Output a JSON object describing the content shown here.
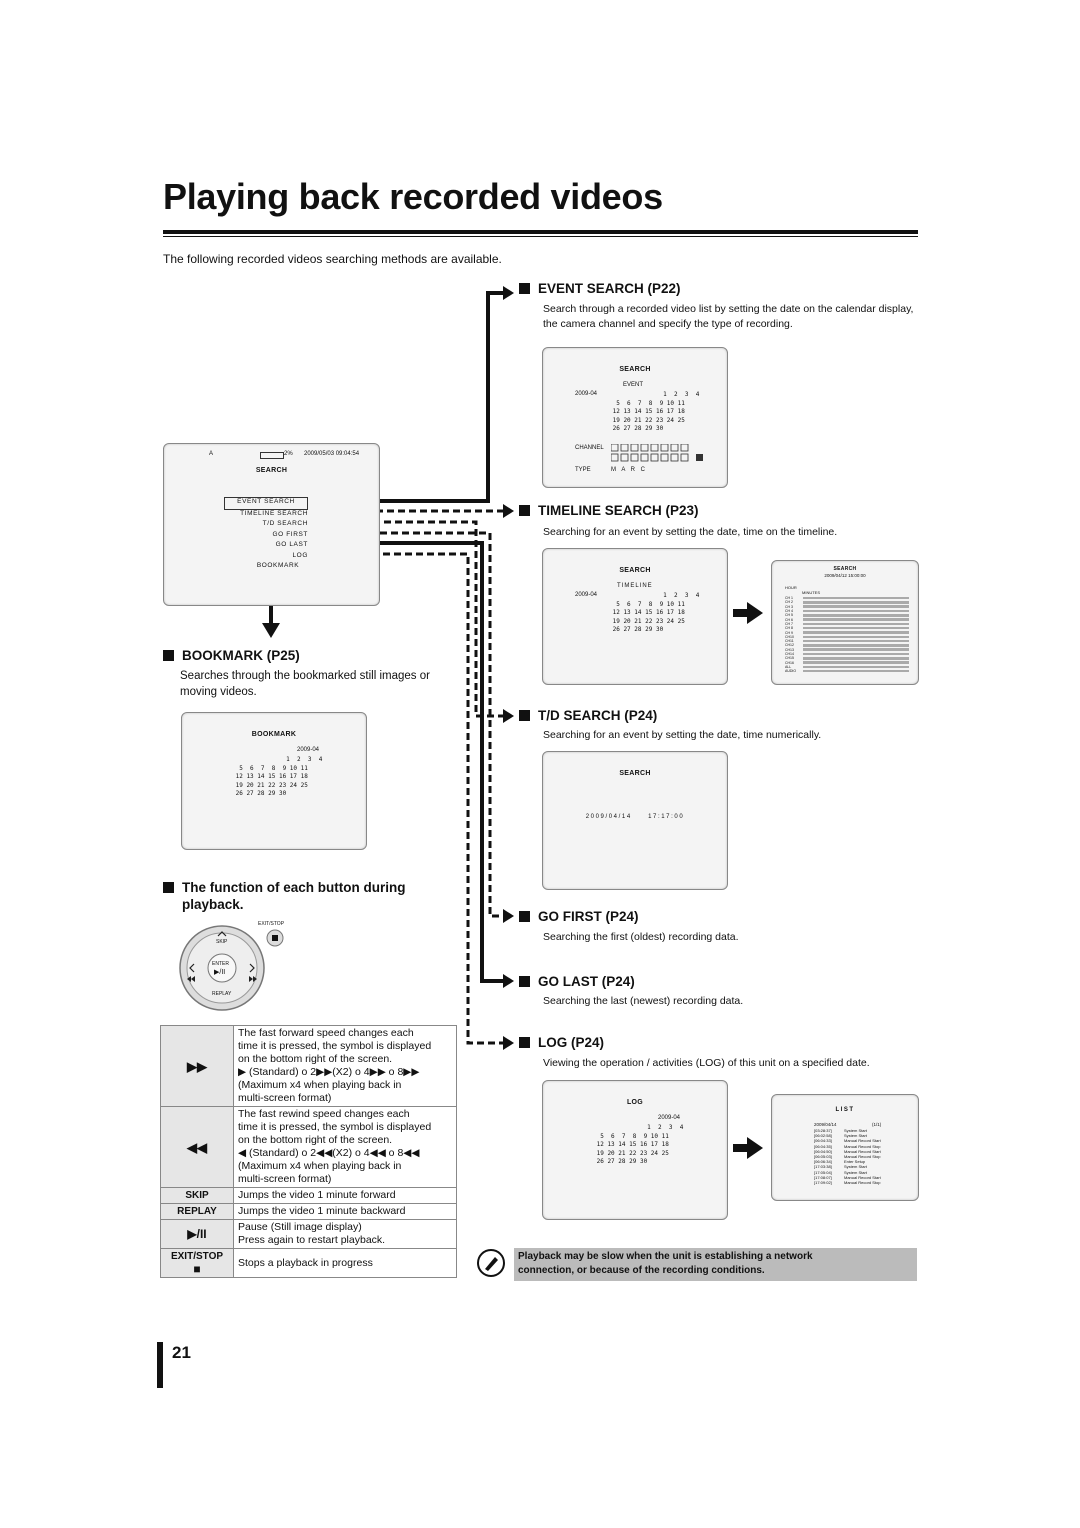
{
  "page": {
    "title": "Playing back recorded videos",
    "intro": "The following recorded videos searching methods are available.",
    "page_number": "21"
  },
  "menu_screen": {
    "status_left": "A",
    "status_percent": "2%",
    "status_datetime": "2009/05/03  09:04:54",
    "title": "SEARCH",
    "items": [
      "EVENT SEARCH",
      "TIMELINE SEARCH",
      "T/D SEARCH",
      "GO FIRST",
      "GO LAST",
      "LOG",
      "BOOKMARK"
    ]
  },
  "sections": {
    "event": {
      "heading": "EVENT SEARCH (P22)",
      "desc": "Search through a recorded video list by setting the date on the calendar display, the camera channel and specify the type of recording.",
      "screen": {
        "title": "SEARCH",
        "sub": "EVENT",
        "month": "2009-04",
        "channel_label": "CHANNEL",
        "type_label": "TYPE",
        "type_value": "M A R C"
      }
    },
    "timeline": {
      "heading": "TIMELINE SEARCH (P23)",
      "desc": "Searching for an event by setting the date, time on the timeline.",
      "screen": {
        "title": "SEARCH",
        "sub": "TIMELINE",
        "month": "2009-04"
      },
      "screen2": {
        "title": "SEARCH",
        "datetime": "2009/04/12 15:00:00",
        "hour": "HOUR",
        "minutes": "MINUTES",
        "audio": "AUDIO",
        "all": "ALL"
      }
    },
    "td": {
      "heading": "T/D SEARCH (P24)",
      "desc": "Searching for an event by setting the date, time numerically.",
      "screen": {
        "title": "SEARCH",
        "value": "2009/04/14     17:17:00"
      }
    },
    "gofirst": {
      "heading": "GO FIRST (P24)",
      "desc": "Searching the first (oldest) recording data."
    },
    "golast": {
      "heading": "GO LAST (P24)",
      "desc": "Searching the last (newest) recording data."
    },
    "log": {
      "heading": "LOG (P24)",
      "desc": "Viewing the operation / activities (LOG) of this unit on a specified date.",
      "screen": {
        "title": "LOG",
        "month": "2009-04"
      },
      "screen2": {
        "title": "LIST",
        "date": "2009/04/14",
        "pages": "(1/1)"
      }
    },
    "bookmark": {
      "heading": "BOOKMARK (P25)",
      "desc": "Searches through the bookmarked still images or moving videos.",
      "screen": {
        "title": "BOOKMARK",
        "month": "2009-04"
      }
    },
    "buttons": {
      "heading": "The function of each button during playback.",
      "remote": {
        "exit_stop": "EXIT/STOP",
        "skip": "SKIP",
        "enter": "ENTER",
        "replay": "REPLAY"
      }
    }
  },
  "calendar_rows": [
    "               1  2  3  4",
    "  5  6  7  8  9 10 11",
    " 12 13 14 15 16 17 18",
    " 19 20 21 22 23 24 25",
    " 26 27 28 29 30"
  ],
  "log_list": [
    [
      "03:28:37",
      "System Start"
    ],
    [
      "06:02:58",
      "System Start"
    ],
    [
      "06:04:33",
      "Manual Record Start"
    ],
    [
      "06:04:35",
      "Manual Record Stop"
    ],
    [
      "06:04:50",
      "Manual Record Start"
    ],
    [
      "06:05:03",
      "Manual Record Stop"
    ],
    [
      "06:06:34",
      "Enter Setup"
    ],
    [
      "17:03:38",
      "System Start"
    ],
    [
      "17:05:04",
      "System Start"
    ],
    [
      "17:08:07",
      "Manual Record Start"
    ],
    [
      "17:09:02",
      "Manual Record Stop"
    ]
  ],
  "timeline_channels": [
    "CH 1",
    "CH 2",
    "CH 3",
    "CH 4",
    "CH 5",
    "CH 6",
    "CH 7",
    "CH 8",
    "CH 9",
    "CH10",
    "CH11",
    "CH12",
    "CH13",
    "CH14",
    "CH15",
    "CH16"
  ],
  "button_table": {
    "ff": [
      "The fast forward speed changes each",
      "time it is pressed, the symbol is displayed",
      "on the bottom right of the screen.",
      "▶ (Standard)  o  2▶▶(X2)  o  4▶▶  o  8▶▶",
      "(Maximum x4 when playing back in",
      "multi-screen format)"
    ],
    "rw": [
      "The fast rewind speed changes each",
      "time it is pressed, the symbol is displayed",
      "on the bottom right of the screen.",
      "◀ (Standard)  o  2◀◀(X2)  o  4◀◀  o  8◀◀",
      "(Maximum x4 when playing back in",
      "multi-screen format)"
    ],
    "skip_key": "SKIP",
    "skip_text": "Jumps the video 1 minute forward",
    "replay_key": "REPLAY",
    "replay_text": "Jumps the video 1 minute backward",
    "pause_text1": "Pause (Still image display)",
    "pause_text2": "Press again to restart playback.",
    "exit_key": "EXIT/STOP",
    "exit_text": "Stops a playback in progress"
  },
  "note": {
    "line1": "Playback may be slow when the unit is establishing a network",
    "line2": "connection, or because of the recording conditions."
  }
}
